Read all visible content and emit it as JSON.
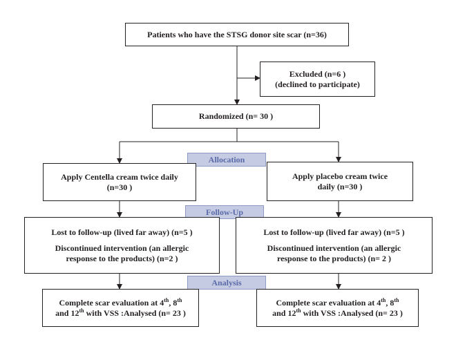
{
  "top": {
    "text": "Patients who have the STSG donor site scar (n=36)"
  },
  "excluded": {
    "line1": "Excluded (n=6 )",
    "line2": "(declined to participate)"
  },
  "randomized": {
    "text": "Randomized (n= 30 )"
  },
  "phases": {
    "allocation": "Allocation",
    "followup": "Follow-Up",
    "analysis": "Analysis"
  },
  "left": {
    "allocation": {
      "line1": "Apply Centella cream twice daily",
      "line2": "(n=30 )"
    },
    "followup": {
      "lost": "Lost to follow-up (lived far away) (n=5 )",
      "disc1": "Discontinued intervention (an allergic",
      "disc2": "response to the products) (n=2 )"
    },
    "analysis": {
      "a1": "Complete scar evaluation at 4",
      "sup1": "th",
      "a2": ", 8",
      "sup2": "th",
      "b1": "and 12",
      "sup3": "th",
      "b2": " with VSS :Analysed (n= 23 )"
    }
  },
  "right": {
    "allocation": {
      "line1": "Apply placebo cream twice",
      "line2": "daily (n=30 )"
    },
    "followup": {
      "lost": "Lost to follow-up (lived far away) (n=5 )",
      "disc1": "Discontinued intervention (an allergic",
      "disc2": "response to the products) (n= 2 )"
    },
    "analysis": {
      "a1": "Complete scar evaluation at 4",
      "sup1": "th",
      "a2": ", 8",
      "sup2": "th",
      "b1": "and 12",
      "sup3": "th",
      "b2": " with VSS :Analysed (n= 23 )"
    }
  },
  "colors": {
    "line": "#231f20",
    "phase_fill": "#c5cbe2",
    "phase_text": "#5a6aa8"
  }
}
